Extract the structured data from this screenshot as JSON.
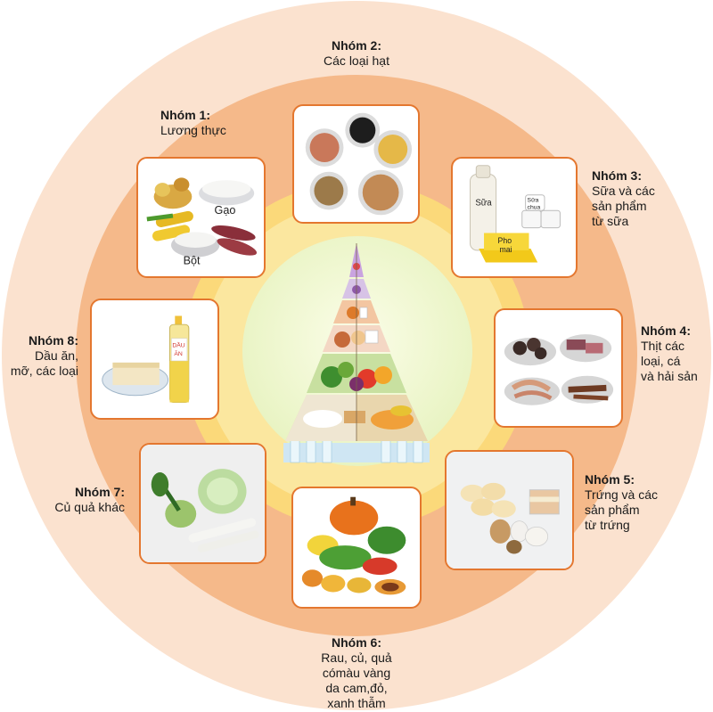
{
  "groups": [
    {
      "title": "Nhóm 1:",
      "lines": [
        "Lương thực"
      ]
    },
    {
      "title": "Nhóm 2:",
      "lines": [
        "Các loại hạt"
      ]
    },
    {
      "title": "Nhóm 3:",
      "lines": [
        "Sữa và các",
        "sản phẩm",
        "từ sữa"
      ]
    },
    {
      "title": "Nhóm 4:",
      "lines": [
        "Thịt các",
        "loại, cá",
        "và hải sản"
      ]
    },
    {
      "title": "Nhóm 5:",
      "lines": [
        "Trứng và các",
        "sản phẩm",
        "từ trứng"
      ]
    },
    {
      "title": "Nhóm 6:",
      "lines": [
        "Rau, củ, quả",
        "cómàu vàng",
        "da cam,đỏ,",
        "xanh thẫm"
      ]
    },
    {
      "title": "Nhóm 7:",
      "lines": [
        "Củ quả khác"
      ]
    },
    {
      "title": "Nhóm 8:",
      "lines": [
        "Dầu ăn,",
        "mỡ, các loại"
      ]
    }
  ],
  "photo_labels": {
    "gao": "Gạo",
    "bot": "Bột",
    "sua": "Sữa",
    "sua_chua": [
      "Sữa",
      "chua"
    ],
    "pho_mai": [
      "Pho",
      "mai"
    ],
    "dau_an": [
      "DẦU",
      "ĂN"
    ]
  },
  "colors": {
    "outer_ring": "#fbe2cf",
    "middle_ring": "#f5b98a",
    "inner_ring": "#fbd97a",
    "card_border": "#e4772f"
  }
}
